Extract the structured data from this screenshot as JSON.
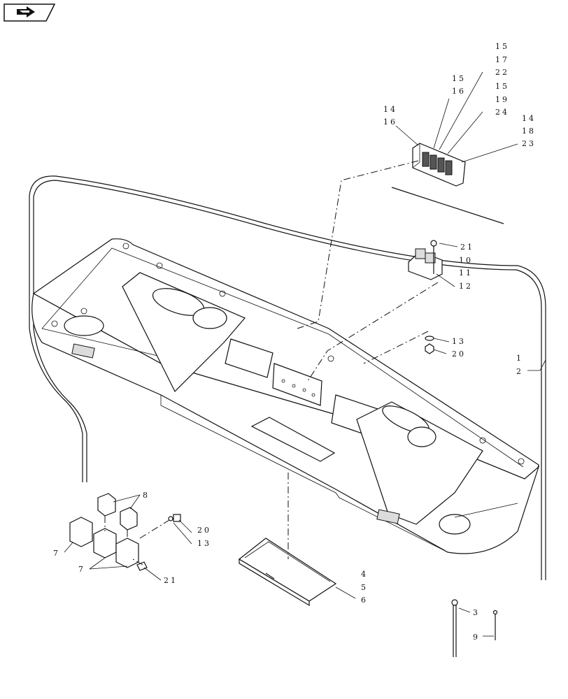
{
  "nav": {
    "icon": "next-page-arrow-icon"
  },
  "callouts": {
    "c15a": "15",
    "c17": "17",
    "c22": "22",
    "c15b": "15",
    "c19": "19",
    "c24": "24",
    "c15c": "15",
    "c16a": "16",
    "c14a": "14",
    "c16b": "16",
    "c14b": "14",
    "c18": "18",
    "c23": "23",
    "c21a": "21",
    "c10": "10",
    "c11": "11",
    "c12": "12",
    "c13a": "13",
    "c20a": "20",
    "c1": "1",
    "c2": "2",
    "c8": "8",
    "c7a": "7",
    "c7b": "7",
    "c20b": "20",
    "c13b": "13",
    "c21b": "21",
    "c4": "4",
    "c5": "5",
    "c6": "6",
    "c3": "3",
    "c9": "9"
  }
}
